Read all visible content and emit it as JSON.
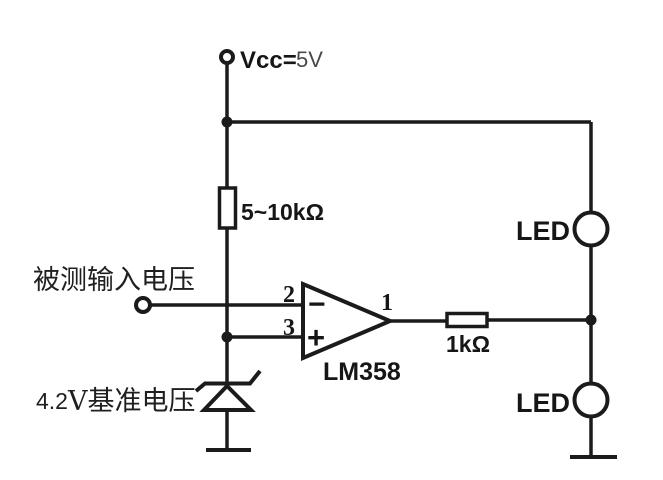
{
  "power": {
    "label": "Vcc=",
    "value": "5V"
  },
  "input": {
    "measured_voltage_label": "被测输入电压"
  },
  "components": {
    "r1": {
      "label": "5~10kΩ"
    },
    "r2": {
      "label": "1kΩ"
    },
    "opamp": {
      "label": "LM358",
      "pin_inverting": "2",
      "pin_noninverting": "3",
      "pin_output": "1",
      "inverting_sign": "−",
      "noninverting_sign": "+"
    },
    "zener": {
      "value": "4.2",
      "unit_text": "V基准电压"
    },
    "led_top": {
      "label": "LED"
    },
    "led_bottom": {
      "label": "LED"
    }
  },
  "colors": {
    "line": "#1b1b1b",
    "background": "#ffffff",
    "dim_text": "#4a4a4a"
  }
}
